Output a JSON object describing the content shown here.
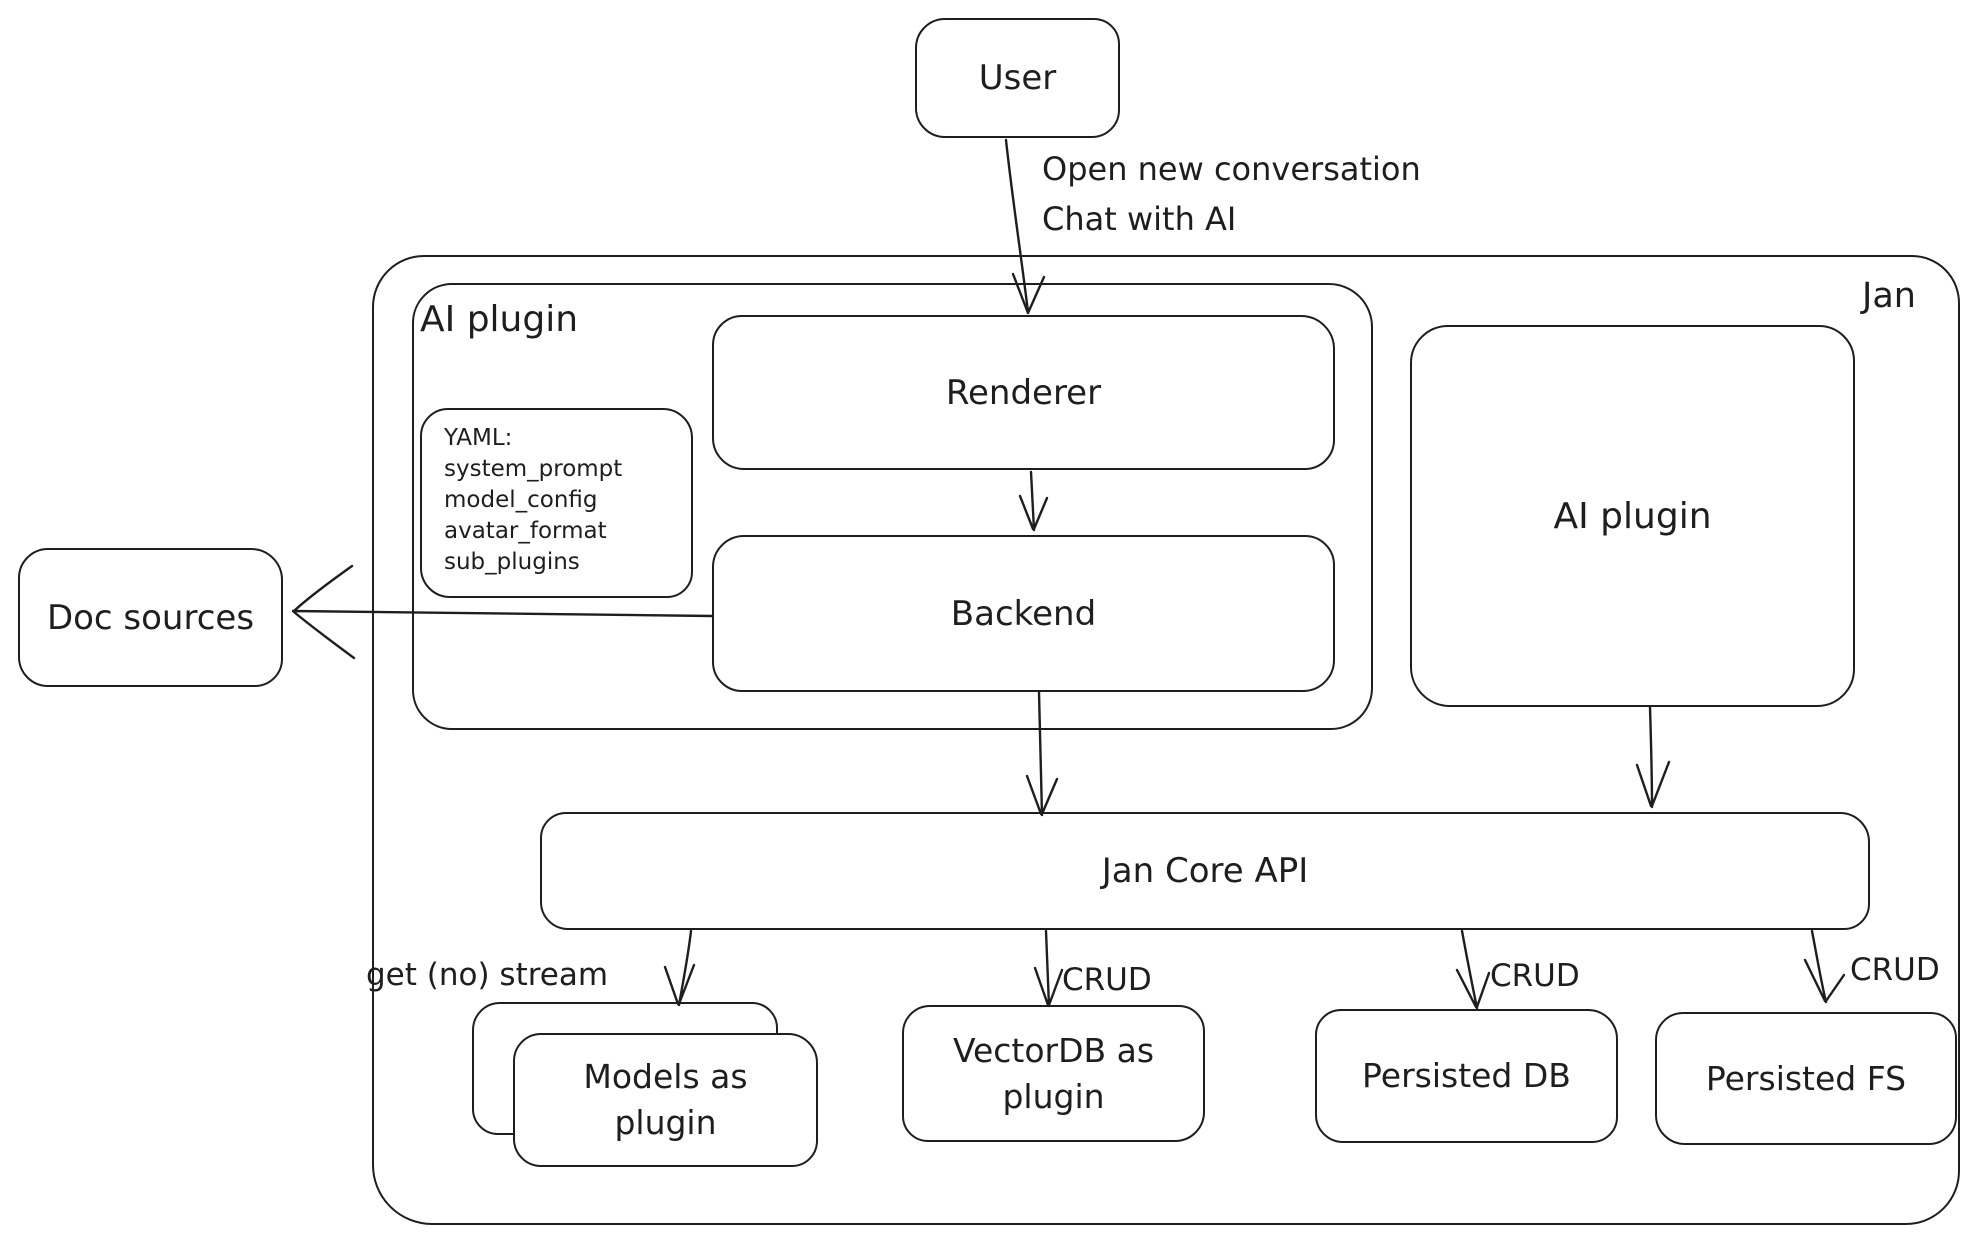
{
  "nodes": {
    "user": {
      "label": "User"
    },
    "jan_container": {
      "label": "Jan"
    },
    "ai_plugin_container": {
      "label": "AI plugin"
    },
    "renderer": {
      "label": "Renderer"
    },
    "yaml_note": {
      "lines": [
        "YAML:",
        "system_prompt",
        "model_config",
        "avatar_format",
        "sub_plugins"
      ]
    },
    "backend": {
      "label": "Backend"
    },
    "ai_plugin_box": {
      "label": "AI plugin"
    },
    "doc_sources": {
      "label": "Doc sources"
    },
    "jan_core_api": {
      "label": "Jan Core API"
    },
    "models_as_plugin": {
      "label": "Models as plugin"
    },
    "vectordb_as_plugin": {
      "label": "VectorDB as plugin"
    },
    "persisted_db": {
      "label": "Persisted DB"
    },
    "persisted_fs": {
      "label": "Persisted FS"
    }
  },
  "edge_labels": {
    "user_action_line1": "Open new conversation",
    "user_action_line2": "Chat with AI",
    "get_no_stream": "get (no) stream",
    "crud_vectordb": "CRUD",
    "crud_persisted_db": "CRUD",
    "crud_persisted_fs": "CRUD"
  },
  "colors": {
    "stroke": "#1e1e1e",
    "background": "#ffffff"
  }
}
